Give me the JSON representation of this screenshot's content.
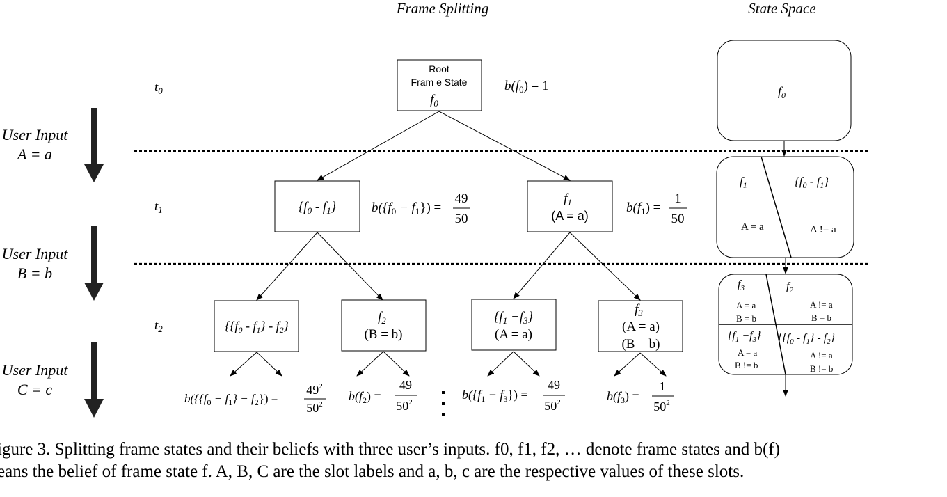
{
  "headers": {
    "frame_splitting": "Frame Splitting",
    "state_space": "State Space"
  },
  "time_labels": [
    "t",
    "t",
    "t"
  ],
  "time_subs": [
    "0",
    "1",
    "2"
  ],
  "user_inputs": [
    {
      "label": "User Input",
      "assignment": "A = a"
    },
    {
      "label": "User Input",
      "assignment": "B = b"
    },
    {
      "label": "User Input",
      "assignment": "C = c"
    }
  ],
  "tree": {
    "root": {
      "line1": "Root",
      "line2": "Fram e State",
      "frame": "f",
      "frame_sub": "0",
      "belief": "b(f",
      "belief_sub": "0",
      "belief_tail": ") = 1"
    },
    "level1": {
      "left": {
        "label": "{f",
        "s1": "0",
        "mid": " - f",
        "s2": "1",
        "end": "}",
        "belief_pre": "b({f",
        "b_s1": "0",
        "b_mid": " − f",
        "b_s2": "1",
        "b_end": "}) =",
        "num": "49",
        "den": "50"
      },
      "right": {
        "label": "f",
        "sub": "1",
        "cond": "(A = a)",
        "belief_pre": "b(f",
        "b_s1": "1",
        "b_end": ") =",
        "num": "1",
        "den": "50"
      }
    },
    "level2": [
      {
        "label": "{{f",
        "s1": "0",
        "mid": " - f",
        "s2": "1",
        "mid2": "} - f",
        "s3": "2",
        "end": "}",
        "belief_pre": "b({{f",
        "b_s1": "0",
        "b_mid": " − f",
        "b_s2": "1",
        "b_mid2": "} − f",
        "b_s3": "2",
        "b_end": "}) =",
        "num": "49",
        "num_sup": "2",
        "den": "50",
        "den_sup": "2"
      },
      {
        "label": "f",
        "sub": "2",
        "cond": "(B = b)",
        "belief_pre": "b(f",
        "b_s1": "2",
        "b_end": ") =",
        "num": "49",
        "den": "50",
        "den_sup": "2"
      },
      {
        "label": "{f",
        "s1": "1",
        "mid": " −f",
        "s2": "3",
        "end": "}",
        "cond": "(A = a)",
        "belief_pre": "b({f",
        "b_s1": "1",
        "b_mid": " − f",
        "b_s2": "3",
        "b_end": "}) =",
        "num": "49",
        "den": "50",
        "den_sup": "2"
      },
      {
        "label": "f",
        "sub": "3",
        "cond1": "(A = a)",
        "cond2": "(B = b)",
        "belief_pre": "b(f",
        "b_s1": "3",
        "b_end": ") =",
        "num": "1",
        "den": "50",
        "den_sup": "2"
      }
    ]
  },
  "state_space": {
    "box0": {
      "label": "f",
      "sub": "0"
    },
    "box1": {
      "left": "f",
      "left_sub": "1",
      "right_pre": "{f",
      "right_s1": "0",
      "right_mid": " - f",
      "right_s2": "1",
      "right_end": "}",
      "left_cond": "A = a",
      "right_cond": "A != a"
    },
    "box2": {
      "tl": "f",
      "tl_sub": "3",
      "tl_c1": "A = a",
      "tl_c2": "B = b",
      "tr": "f",
      "tr_sub": "2",
      "tr_c1": "A != a",
      "tr_c2": "B = b",
      "bl_pre": "{f",
      "bl_s1": "1",
      "bl_mid": " −f",
      "bl_s2": "3",
      "bl_end": "}",
      "bl_c1": "A = a",
      "bl_c2": "B != b",
      "br_pre": "{{f",
      "br_s1": "0",
      "br_mid": " - f",
      "br_s2": "1",
      "br_mid2": "} - f",
      "br_s3": "2",
      "br_end": "}",
      "br_c1": "A != a",
      "br_c2": "B != b"
    }
  },
  "caption": {
    "line1": "igure 3. Splitting frame states and their beliefs with three user’s inputs. f0, f1, f2, … denote frame states and b(f)",
    "line2": "eans the belief of frame state f. A, B, C are the slot labels and a, b, c are the respective values of these slots."
  }
}
